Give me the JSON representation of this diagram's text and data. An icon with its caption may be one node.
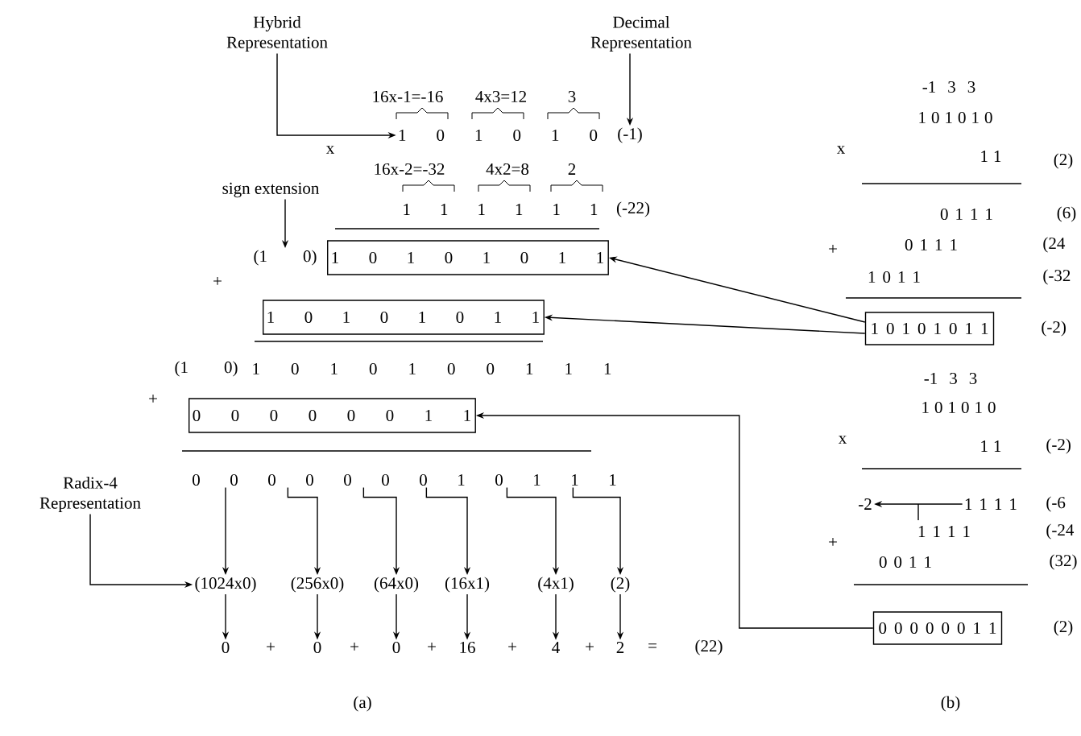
{
  "diagram": {
    "nodes": [
      {
        "text": [
          "Hybrid Representation"
        ]
      },
      {
        "text": [
          "Decimal Representation"
        ]
      },
      {
        "text": [
          "1 0 1 0 1 0"
        ]
      },
      {
        "text": [
          "(-1)"
        ]
      },
      {
        "text": [
          "sign extension"
        ]
      },
      {
        "text": [
          "(1 0)"
        ]
      },
      {
        "text": [
          "1 0 1 0 1 0 1 1"
        ]
      },
      {
        "text": [
          "1 0 1 0 1 0 1 1"
        ]
      },
      {
        "text": [
          "0 0 0 0 0 0 1 1"
        ]
      },
      {
        "text": [
          "0 0 0 0 0 0 0 1 0 1 1 1"
        ]
      },
      {
        "text": [
          "Radix-4 Representation"
        ]
      },
      {
        "text": [
          "(1024x0)"
        ]
      },
      {
        "text": [
          "(256x0)"
        ]
      },
      {
        "text": [
          "(64x0)"
        ]
      },
      {
        "text": [
          "(16x1)"
        ]
      },
      {
        "text": [
          "(4x1)"
        ]
      },
      {
        "text": [
          "(2)"
        ]
      },
      {
        "text": [
          "0"
        ]
      },
      {
        "text": [
          "0"
        ]
      },
      {
        "text": [
          "0"
        ]
      },
      {
        "text": [
          "16"
        ]
      },
      {
        "text": [
          "4"
        ]
      },
      {
        "text": [
          "2"
        ]
      },
      {
        "text": [
          "1 0 1 0 1 0 1 1"
        ]
      },
      {
        "text": [
          "-2"
        ]
      },
      {
        "text": [
          "1 1 1 1"
        ]
      },
      {
        "text": [
          "0 0 0 0 0 0 1 1"
        ]
      }
    ],
    "edges": [
      {
        "from": 0,
        "to": 2,
        "arrow": "to"
      },
      {
        "from": 1,
        "to": 3,
        "arrow": "to"
      },
      {
        "from": 4,
        "to": 5,
        "arrow": "to"
      },
      {
        "from": 23,
        "to": 6,
        "arrow": "to"
      },
      {
        "from": 23,
        "to": 7,
        "arrow": "to"
      },
      {
        "from": 26,
        "to": 8,
        "arrow": "to"
      },
      {
        "from": 9,
        "to": 11,
        "arrow": "to"
      },
      {
        "from": 9,
        "to": 12,
        "arrow": "to"
      },
      {
        "from": 9,
        "to": 13,
        "arrow": "to"
      },
      {
        "from": 9,
        "to": 14,
        "arrow": "to"
      },
      {
        "from": 9,
        "to": 15,
        "arrow": "to"
      },
      {
        "from": 9,
        "to": 16,
        "arrow": "to"
      },
      {
        "from": 10,
        "to": 11,
        "arrow": "to"
      },
      {
        "from": 11,
        "to": 17,
        "arrow": "to"
      },
      {
        "from": 12,
        "to": 18,
        "arrow": "to"
      },
      {
        "from": 13,
        "to": 19,
        "arrow": "to"
      },
      {
        "from": 14,
        "to": 20,
        "arrow": "to"
      },
      {
        "from": 15,
        "to": 21,
        "arrow": "to"
      },
      {
        "from": 16,
        "to": 22,
        "arrow": "to"
      },
      {
        "from": 25,
        "to": 24,
        "arrow": "to"
      }
    ],
    "labels": [
      "16x-1=-16",
      "4x3=12",
      "3",
      "x",
      "16x-2=-32",
      "4x2=8",
      "2",
      "1 1 1 1 1 1",
      "(-22)",
      "+",
      "(1 0)",
      "1 0 1 0 1 0 0 1 1 1",
      "+",
      "+",
      "+",
      "+",
      "+",
      "+",
      "=",
      "(22)",
      "(a)",
      "-1 3 3",
      "1 0 1 0 1 0",
      "x",
      "1 1",
      "(2)",
      "0 1 1 1",
      "(6)",
      "+",
      "0 1 1 1",
      "(24",
      "1 0 1 1",
      "(-32",
      "(-2)",
      "-1 3 3",
      "1 0 1 0 1 0",
      "x",
      "1 1",
      "(-2)",
      "(-6",
      "1 1 1 1",
      "(-24",
      "+",
      "0 0 1 1",
      "(32)",
      "(2)",
      "(b)"
    ]
  }
}
